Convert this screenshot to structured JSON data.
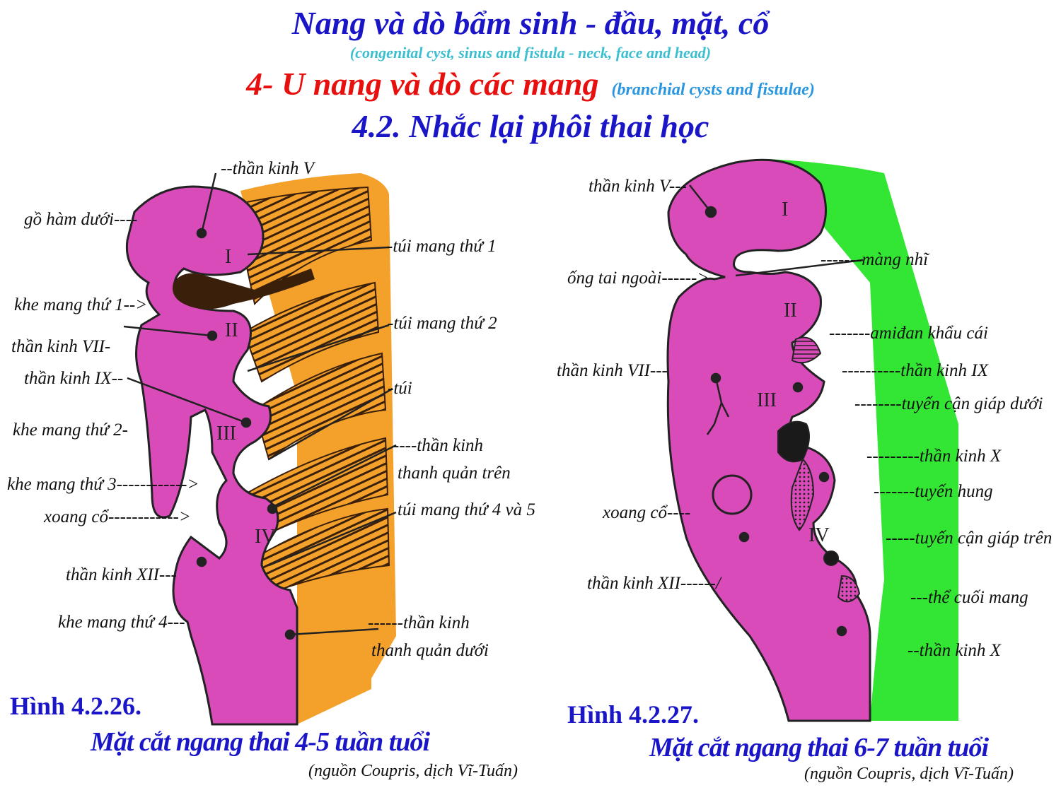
{
  "header": {
    "title": "Nang và dò bẩm sinh - đầu, mặt, cổ",
    "title_en": "(congenital cyst, sinus and fistula - neck, face and head)",
    "section": "4- U nang và dò các mang",
    "section_en": "(branchial cysts and fistulae)",
    "subsection": "4.2. Nhắc lại phôi thai học"
  },
  "colors": {
    "title_blue": "#1a16c8",
    "section_red": "#e8100e",
    "subtitle_cyan": "#3bbfd0",
    "arch_magenta": "#d94bb9",
    "endoderm_orange": "#f4a12c",
    "endoderm_green": "#33e633"
  },
  "figure_left": {
    "arches": [
      "I",
      "II",
      "III",
      "IV"
    ],
    "labels": {
      "tk5": "--thần kinh V",
      "go_ham_duoi": "gồ hàm dưới----",
      "tui1": "-túi mang thứ 1",
      "khe1": "khe mang thứ 1-->",
      "tui2": "-túi mang thứ 2",
      "tk7": "thần kinh VII-",
      "tk9": "thần kinh IX--",
      "tui": "-túi",
      "khe2": "khe mang thứ 2-",
      "tk_tqt_1": "----thần kinh",
      "tk_tqt_2": "thanh quản trên",
      "khe3": "khe mang thứ 3------------>",
      "tui45": "túi mang thứ 4 và 5",
      "xoang_co": "xoang cổ------------>",
      "tk12": "thần kinh  XII---",
      "khe4": "khe mang thứ 4---",
      "tk_tqd_1": "------thần kinh",
      "tk_tqd_2": "thanh quản dưới"
    },
    "caption_number": "Hình 4.2.26.",
    "caption_text": "Mặt cắt ngang thai 4-5 tuần tuổi",
    "source": "(nguồn Coupris, dịch Vĩ-Tuấn)"
  },
  "figure_right": {
    "arches": [
      "I",
      "II",
      "III",
      "IV"
    ],
    "labels": {
      "tk5": "thần kinh V---",
      "mang_nhi": "-------màng nhĩ",
      "ong_tai": "ống tai ngoài------>",
      "amidan": "-------amiđan khẩu cái",
      "tk7": "thần kinh VII---",
      "tk9": "----------thần kinh IX",
      "can_giap_duoi": "--------tuyến cận giáp dưới",
      "tk10a": "---------thần kinh X",
      "tuyen_hung": "-------tuyến hung",
      "xoang_co": "xoang cổ----",
      "can_giap_tren": "-----tuyến cận giáp trên",
      "tk12": "thần kinh XII------/",
      "the_cuoi": "---thể cuối mang",
      "tk10b": "--thần kinh X"
    },
    "caption_number": "Hình 4.2.27.",
    "caption_text": "Mặt cắt ngang thai 6-7 tuần tuổi",
    "source": "(nguồn Coupris, dịch Vĩ-Tuấn)"
  }
}
